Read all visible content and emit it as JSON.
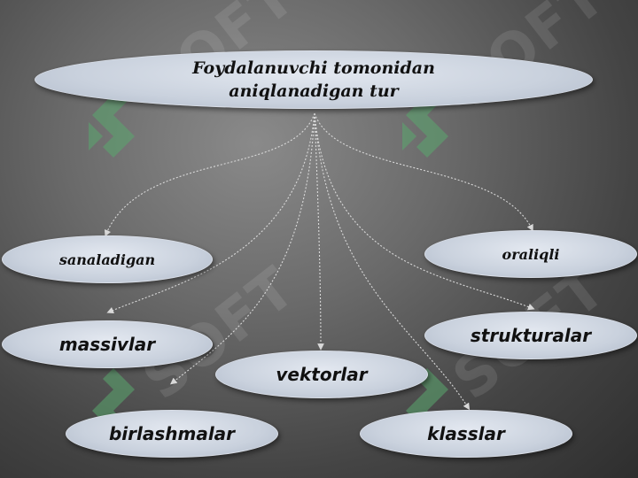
{
  "root": {
    "label": "Foydalanuvchi tomonidan aniqlanadigan tur"
  },
  "nodes": {
    "sanaladigan": "sanaladigan",
    "oraliqli": "oraliqli",
    "massivlar": "massivlar",
    "strukturalar": "strukturalar",
    "vektorlar": "vektorlar",
    "birlashmalar": "birlashmalar",
    "klasslar": "klasslar"
  },
  "watermark": {
    "text": "SOFT"
  },
  "colors": {
    "node_fill": "#c9d1dd",
    "edge": "#d9d9d9",
    "watermark_logo": "#5aa86e"
  }
}
